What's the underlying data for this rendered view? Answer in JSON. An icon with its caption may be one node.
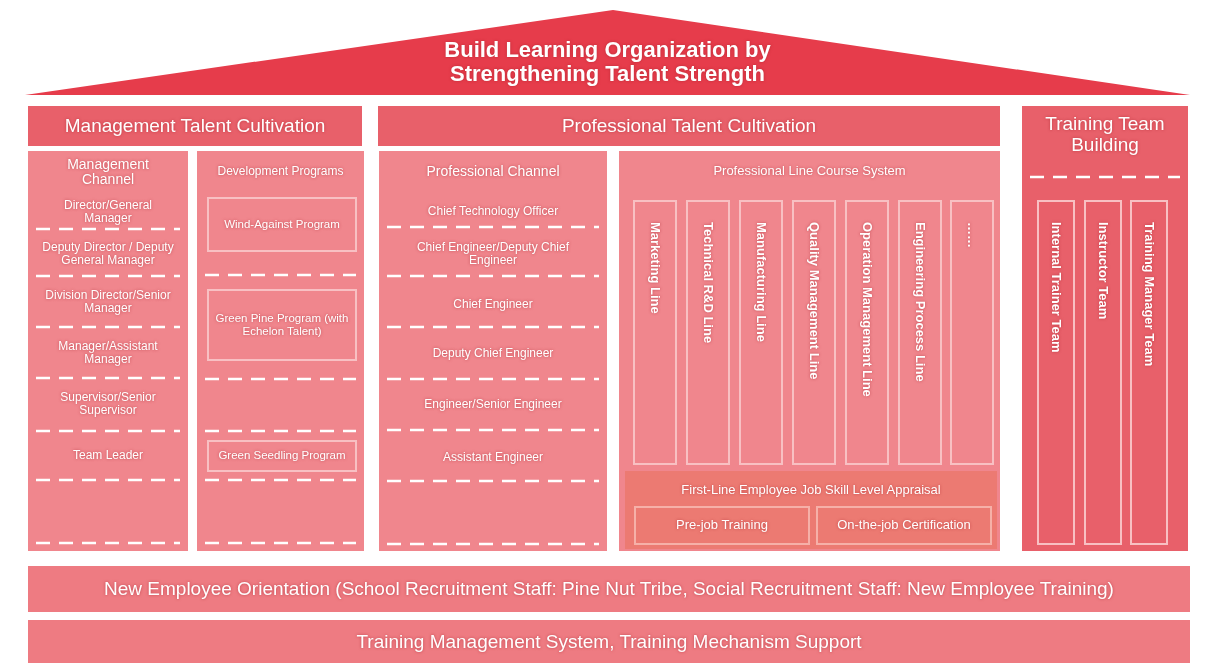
{
  "diagram": {
    "nodes": [
      {
        "text": [
          "Build Learning Organization by Strengthening Talent Strength"
        ]
      },
      {
        "text": [
          "Management Talent Cultivation"
        ]
      },
      {
        "text": [
          "Management Channel",
          "Director/General Manager",
          "Deputy Director / Deputy General Manager",
          "Division Director/Senior Manager",
          "Manager/Assistant Manager",
          "Supervisor/Senior Supervisor",
          "Team Leader"
        ]
      },
      {
        "text": [
          "Development Programs"
        ]
      },
      {
        "text": [
          "Wind-Against Program"
        ],
        "in": 3
      },
      {
        "text": [
          "Green Pine Program (with Echelon Talent)"
        ],
        "in": 3
      },
      {
        "text": [
          "Green Seedling Program"
        ],
        "in": 3
      },
      {
        "text": [
          "Professional Talent Cultivation"
        ]
      },
      {
        "text": [
          "Professional Channel",
          "Chief Technology Officer",
          "Chief Engineer/Deputy Chief Engineer",
          "Chief Engineer",
          "Deputy Chief Engineer",
          "Engineer/Senior Engineer",
          "Assistant Engineer"
        ]
      },
      {
        "text": [
          "Professional Line Course System"
        ]
      },
      {
        "text": [
          "Marketing Line"
        ],
        "in": 9
      },
      {
        "text": [
          "Technical R&D Line"
        ],
        "in": 9
      },
      {
        "text": [
          "Manufacturing Line"
        ],
        "in": 9
      },
      {
        "text": [
          "Quality Management Line"
        ],
        "in": 9
      },
      {
        "text": [
          "Operation Management Line"
        ],
        "in": 9
      },
      {
        "text": [
          "Engineering Process Line"
        ],
        "in": 9
      },
      {
        "text": [
          "……"
        ],
        "in": 9
      },
      {
        "text": [
          "First-Line Employee Job Skill Level Appraisal"
        ],
        "in": 9
      },
      {
        "text": [
          "Pre-job Training"
        ],
        "in": 17
      },
      {
        "text": [
          "On-the-job Certification"
        ],
        "in": 17
      },
      {
        "text": [
          "Training Team Building"
        ]
      },
      {
        "text": [
          "Internal Trainer Team"
        ],
        "in": 20
      },
      {
        "text": [
          "Instructor Team"
        ],
        "in": 20
      },
      {
        "text": [
          "Training Manager Team"
        ],
        "in": 20
      },
      {
        "text": [
          "New Employee Orientation (School Recruitment Staff: Pine Nut Tribe, Social Recruitment Staff: New Employee Training)"
        ]
      },
      {
        "text": [
          "Training Management System, Training Mechanism Support"
        ]
      }
    ]
  }
}
